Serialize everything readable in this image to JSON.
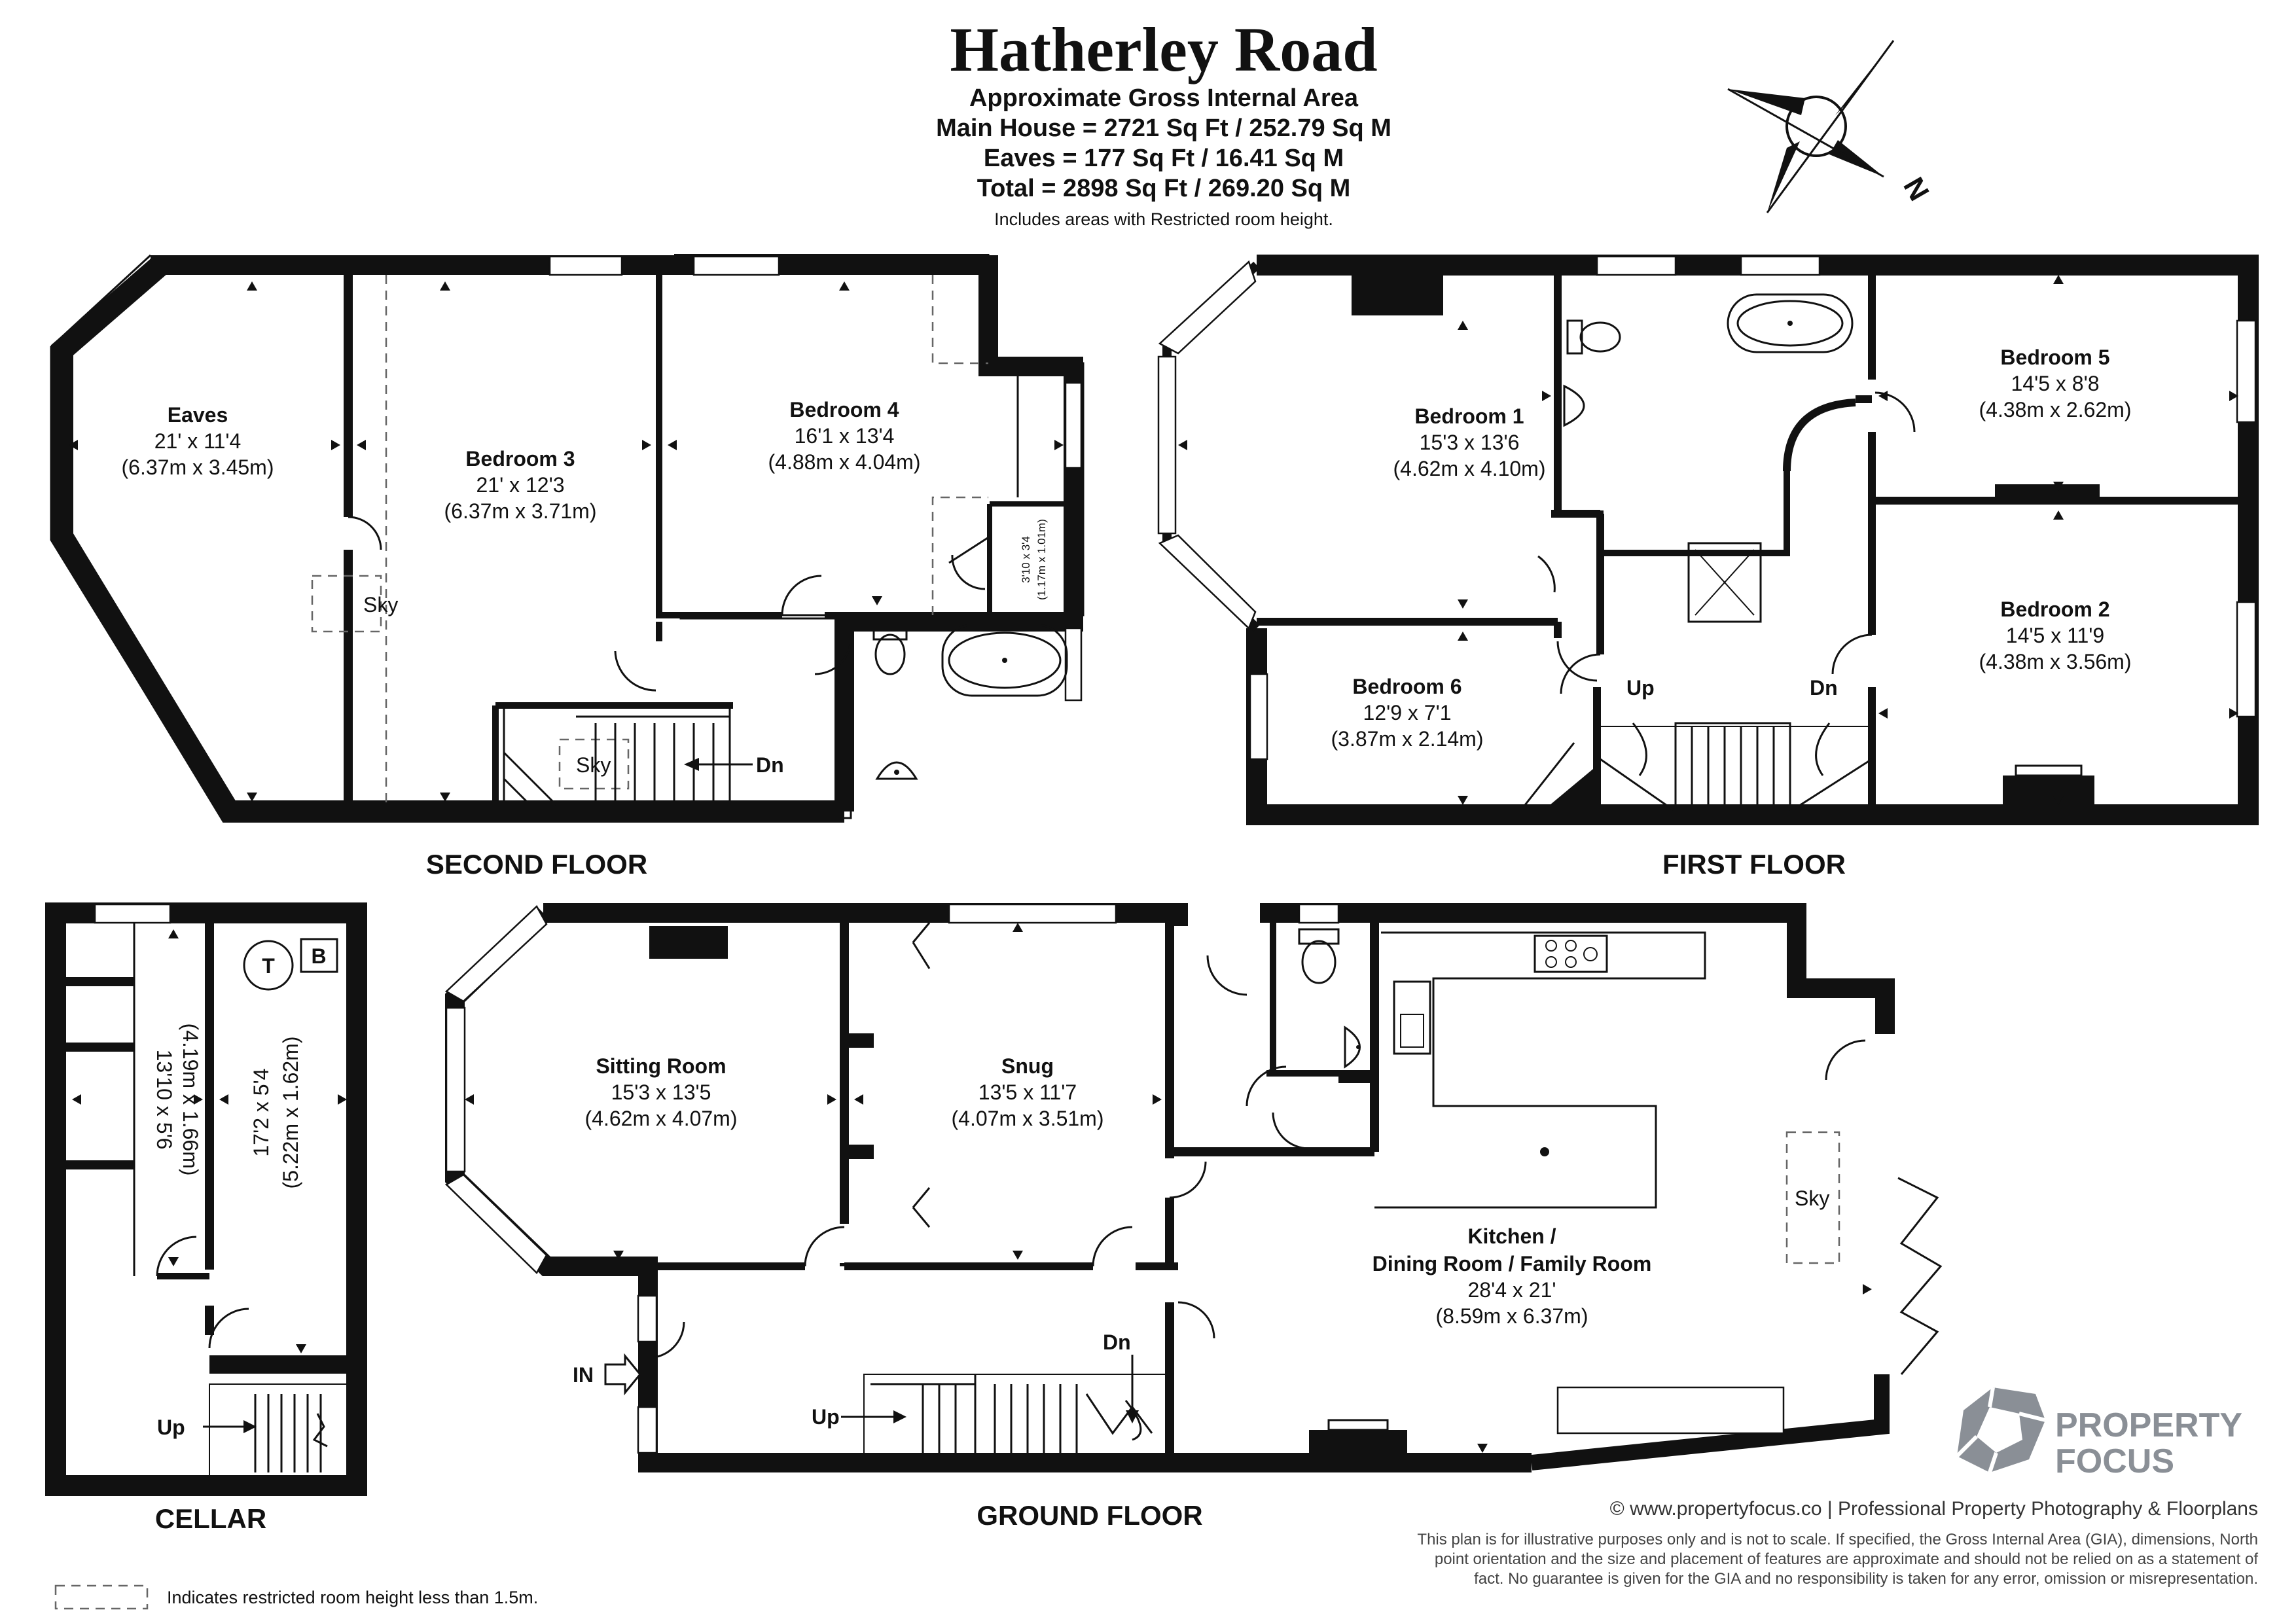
{
  "header": {
    "title": "Hatherley Road",
    "subtitle": "Approximate Gross Internal Area",
    "main_house": "Main House = 2721 Sq Ft / 252.79 Sq M",
    "eaves": "Eaves = 177 Sq Ft / 16.41 Sq M",
    "total": "Total = 2898 Sq Ft / 269.20 Sq M",
    "note": "Includes areas with Restricted room height."
  },
  "compass": {
    "label": "N"
  },
  "floors": {
    "second": "SECOND FLOOR",
    "first": "FIRST FLOOR",
    "ground": "GROUND FLOOR",
    "cellar": "CELLAR"
  },
  "rooms": {
    "eaves": {
      "name": "Eaves",
      "imperial": "21' x 11'4",
      "metric": "(6.37m x 3.45m)"
    },
    "bedroom3": {
      "name": "Bedroom 3",
      "imperial": "21' x 12'3",
      "metric": "(6.37m x 3.71m)"
    },
    "bedroom4": {
      "name": "Bedroom 4",
      "imperial": "16'1 x 13'4",
      "metric": "(4.88m x 4.04m)"
    },
    "cupboard": {
      "imperial": "3'10 x 3'4",
      "metric": "(1.17m x 1.01m)"
    },
    "bedroom1": {
      "name": "Bedroom 1",
      "imperial": "15'3 x 13'6",
      "metric": "(4.62m x 4.10m)"
    },
    "bedroom5": {
      "name": "Bedroom 5",
      "imperial": "14'5 x 8'8",
      "metric": "(4.38m x 2.62m)"
    },
    "bedroom2": {
      "name": "Bedroom 2",
      "imperial": "14'5 x 11'9",
      "metric": "(4.38m x 3.56m)"
    },
    "bedroom6": {
      "name": "Bedroom 6",
      "imperial": "12'9 x 7'1",
      "metric": "(3.87m x 2.14m)"
    },
    "sitting": {
      "name": "Sitting Room",
      "imperial": "15'3 x 13'5",
      "metric": "(4.62m x 4.07m)"
    },
    "snug": {
      "name": "Snug",
      "imperial": "13'5 x 11'7",
      "metric": "(4.07m x 3.51m)"
    },
    "kitchen": {
      "name1": "Kitchen /",
      "name2": "Dining Room / Family Room",
      "imperial": "28'4 x 21'",
      "metric": "(8.59m x 6.37m)"
    },
    "cellar_a": {
      "imperial": "13'10 x 5'6",
      "metric": "(4.19m x 1.66m)"
    },
    "cellar_b": {
      "imperial": "17'2 x 5'4",
      "metric": "(5.22m x 1.62m)"
    }
  },
  "labels": {
    "sky": "Sky",
    "up": "Up",
    "dn": "Dn",
    "in": "IN",
    "t": "T",
    "b": "B"
  },
  "footer": {
    "credit": "© www.propertyfocus.co | Professional Property Photography & Floorplans",
    "disclaimer1": "This plan is for illustrative purposes only and is not to scale. If specified, the Gross Internal Area (GIA), dimensions, North",
    "disclaimer2": "point orientation and the size and placement of features are approximate and should not be relied on as a statement of",
    "disclaimer3": "fact. No guarantee is given for the GIA and no responsibility is taken for any error, omission or misrepresentation.",
    "legend": "Indicates restricted room height less than 1.5m.",
    "logo_line1": "PROPERTY",
    "logo_line2": "FOCUS"
  },
  "colors": {
    "wall": "#111111",
    "logo": "#8a8f96"
  }
}
